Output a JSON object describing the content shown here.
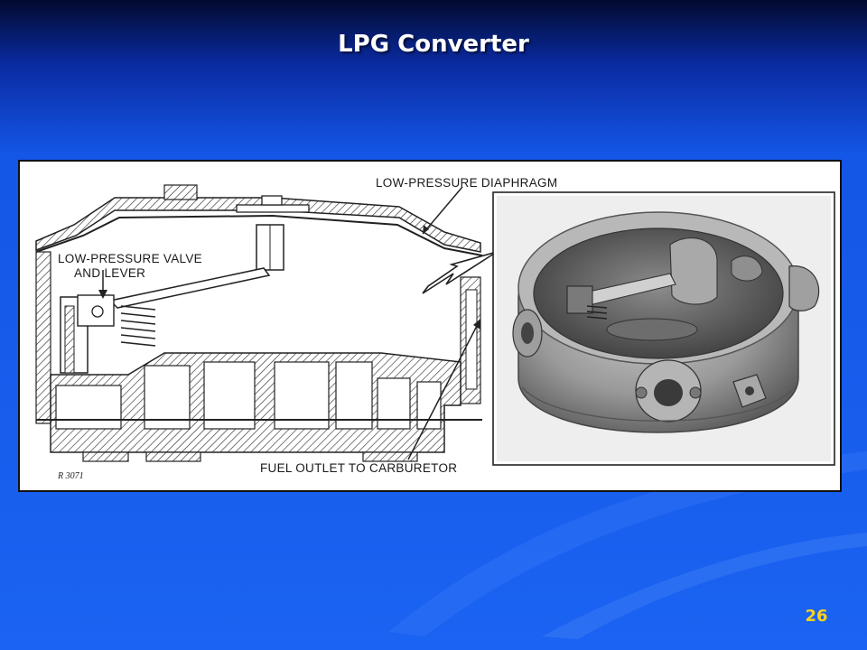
{
  "slide": {
    "title": "LPG Converter",
    "page_number": "26"
  },
  "figure": {
    "labels": {
      "diaphragm": "LOW-PRESSURE DIAPHRAGM",
      "valve_line1": "LOW-PRESSURE VALVE",
      "valve_line2": "AND LEVER",
      "outlet": "FUEL OUTLET TO CARBURETOR",
      "code": "R 3071"
    }
  },
  "colors": {
    "background_top": "#020a2e",
    "background_main": "#1b63f2",
    "title_text": "#ffffff",
    "page_number_text": "#ffd21a"
  }
}
